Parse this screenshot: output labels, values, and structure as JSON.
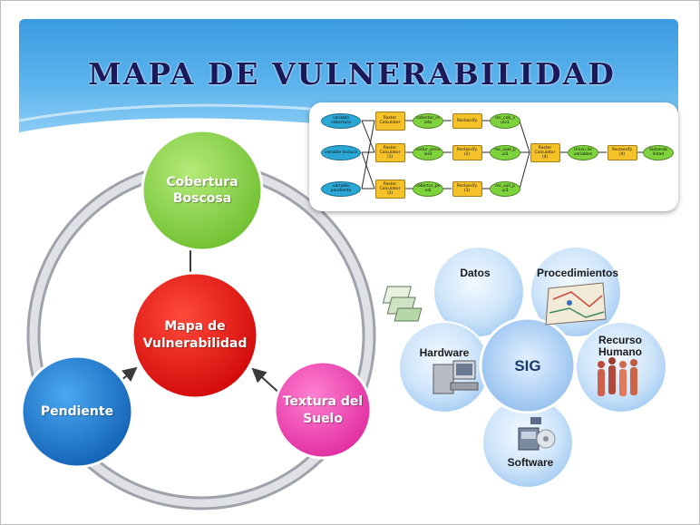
{
  "title": "MAPA DE VULNERABILIDAD",
  "colors": {
    "header_blue": "#3a9be0",
    "title_text": "#1a1a5a",
    "ring_gray": "#c7c9cf",
    "center_red": "#e61414",
    "top_green": "#8fd454",
    "left_blue": "#1e78d0",
    "right_pink": "#f050b4",
    "model_blue": "#2aa7d5",
    "model_yellow": "#f6c22a",
    "model_green": "#7ed23c"
  },
  "cycle": {
    "center_label": "Mapa de Vulnerabilidad",
    "top_label": "Cobertura Boscosa",
    "left_label": "Pendiente",
    "right_label": "Textura del Suelo"
  },
  "model": {
    "inputs": [
      "variable cobertura",
      "variable textura",
      "variable pendiente"
    ],
    "calculators": [
      "Raster Calculator",
      "Raster Calculator (1)",
      "Raster Calculator (2)"
    ],
    "calc_outputs": [
      "cobertur_re ada",
      "textur_pend ient",
      "cobertur_pe ndi"
    ],
    "reclassify": [
      "Reclassify",
      "Reclassify (2)",
      "Reclassify (3)"
    ],
    "reclass_outputs": [
      "rec_cob_v ulv1",
      "rec_suel_p ul2",
      "rec_suli_p ul3"
    ],
    "final_calculator": "Raster Calculator (4)",
    "final_output": "Union de variables",
    "final_reclassify": "Reclassify (4)",
    "result": "Vulnerab ilidad"
  },
  "sig": {
    "center": "SIG",
    "petals": [
      "Datos",
      "Procedimientos",
      "Recurso Humano",
      "Software",
      "Hardware"
    ]
  }
}
